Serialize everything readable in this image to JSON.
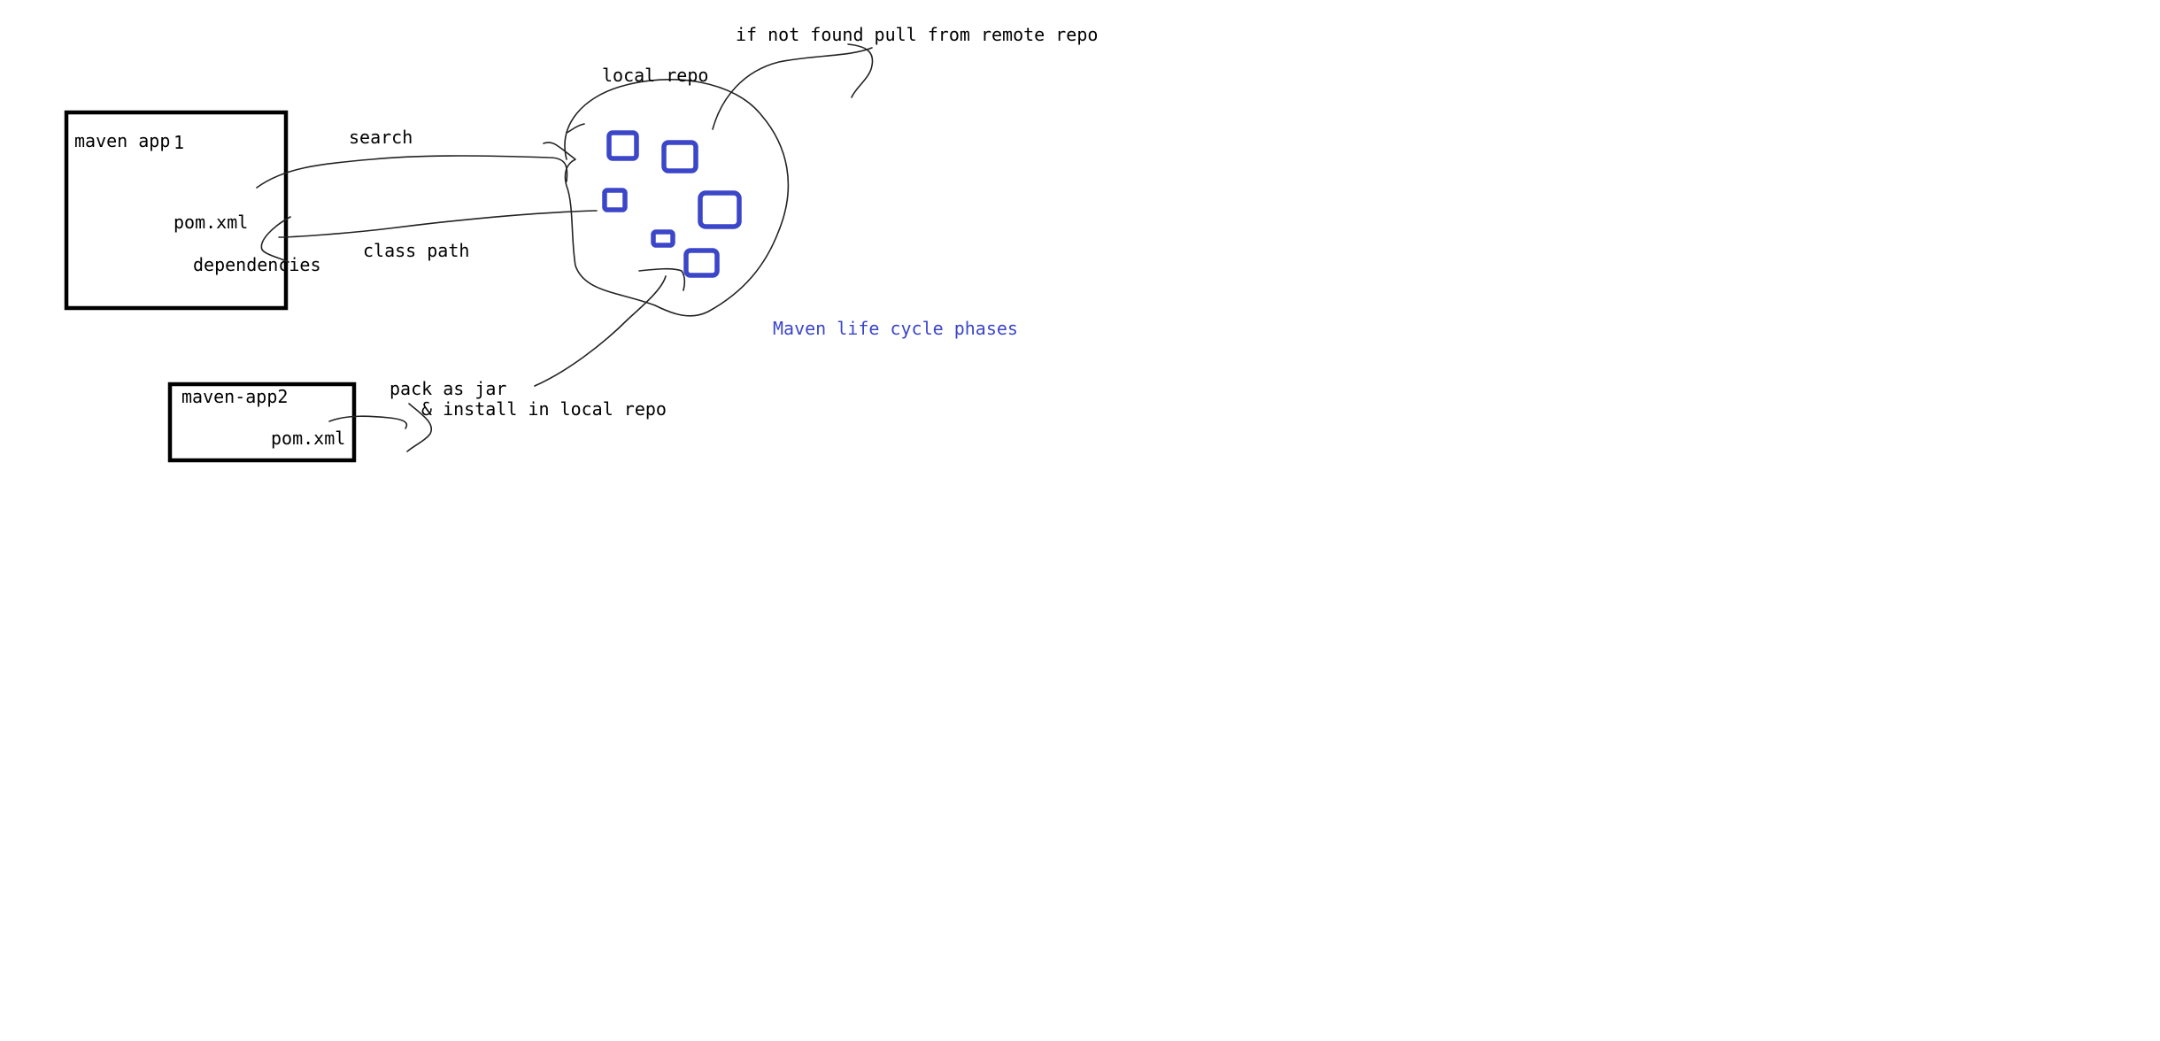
{
  "labels": {
    "app1_title": "maven app",
    "app1_number": "1",
    "app1_pom": "pom.xml",
    "app1_dependencies": "dependencies",
    "search": "search",
    "class_path": "class path",
    "local_repo": "local repo",
    "remote_repo": "if not found pull from remote repo",
    "lifecycle": "Maven life cycle phases",
    "app2_title": "maven-app2",
    "app2_pom": "pom.xml",
    "pack_line1": "pack as jar",
    "pack_line2": "& install in local repo"
  },
  "colors": {
    "ink": "#000000",
    "accent": "#3b46c8"
  }
}
